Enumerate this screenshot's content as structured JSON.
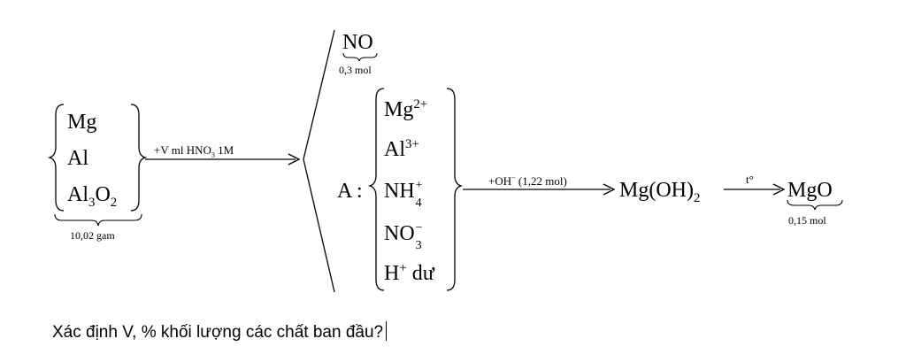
{
  "reactants": {
    "items": [
      "Mg",
      "Al",
      "Al",
      "O",
      "2",
      "3"
    ],
    "mass_label": "10,02 gam"
  },
  "arrow1": {
    "label_prefix": "+V ml HNO",
    "label_sub": "3",
    "label_suffix": " 1M"
  },
  "gas": {
    "formula": "NO",
    "amount": "0,3 mol"
  },
  "solution": {
    "label": "A :",
    "mg": "Mg",
    "mg_charge": "2+",
    "al": "Al",
    "al_charge": "3+",
    "nh": "NH",
    "nh_sub": "4",
    "nh_charge": "+",
    "no": "NO",
    "no_sub": "3",
    "no_charge": "−",
    "h": "H",
    "h_charge": "+",
    "h_note": " dư"
  },
  "arrow2": {
    "label_prefix": "+OH",
    "label_charge": "−",
    "label_suffix": " (1,22 mol)"
  },
  "hydroxide": {
    "main": "Mg(OH)",
    "sub": "2"
  },
  "arrow3": {
    "label": "t°"
  },
  "product": {
    "formula": "MgO",
    "amount": "0,15 mol"
  },
  "question": "Xác định V, % khối lượng các chất ban đầu?"
}
